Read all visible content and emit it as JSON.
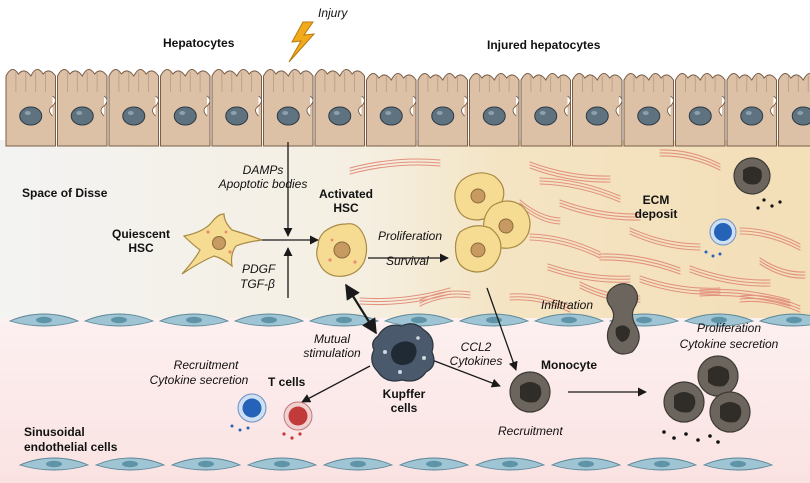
{
  "labels": {
    "injury": "Injury",
    "hepatocytes": "Hepatocytes",
    "injured_hepatocytes": "Injured hepatocytes",
    "space_of_disse": "Space of Disse",
    "damps_1": "DAMPs",
    "damps_2": "Apoptotic bodies",
    "activated_hsc_1": "Activated",
    "activated_hsc_2": "HSC",
    "quiescent_hsc_1": "Quiescent",
    "quiescent_hsc_2": "HSC",
    "pdgf": "PDGF",
    "tgfb": "TGF-β",
    "proliferation": "Proliferation",
    "survival": "Survival",
    "ecm_1": "ECM",
    "ecm_2": "deposit",
    "infiltration": "Infiltration",
    "mutual_1": "Mutual",
    "mutual_2": "stimulation",
    "ccl2": "CCL2",
    "cytokines": "Cytokines",
    "monocyte": "Monocyte",
    "prolif_right_1": "Proliferation",
    "prolif_right_2": "Cytokine secretion",
    "recruit_left_1": "Recruitment",
    "recruit_left_2": "Cytokine secretion",
    "t_cells": "T cells",
    "kupffer_1": "Kupffer",
    "kupffer_2": "cells",
    "recruitment": "Recruitment",
    "sinusoidal_1": "Sinusoidal",
    "sinusoidal_2": "endothelial cells"
  },
  "colors": {
    "hepatocyte_fill": "#dcc1a7",
    "hepatocyte_stroke": "#7a5e49",
    "nucleus": "#5e7280",
    "disse_left": "#f4f3f1",
    "disse_right": "#f3e2bf",
    "sinusoid": "#fbe9e9",
    "endothelial": "#9fc4d3",
    "collagen": "#e2927f",
    "hsc_fill": "#f6dc92",
    "kupffer_fill": "#4a5a6c",
    "monocyte_fill": "#6b655d",
    "t_cell_blue": "#2563b8",
    "t_cell_red": "#c23b3b",
    "injury_bolt": "#f2a91c"
  },
  "icons": [
    "injury-bolt-icon",
    "hepatocyte-cell-icon",
    "hsc-cell-icon",
    "kupffer-cell-icon",
    "monocyte-cell-icon",
    "t-cell-icon",
    "endothelial-cell-icon"
  ]
}
